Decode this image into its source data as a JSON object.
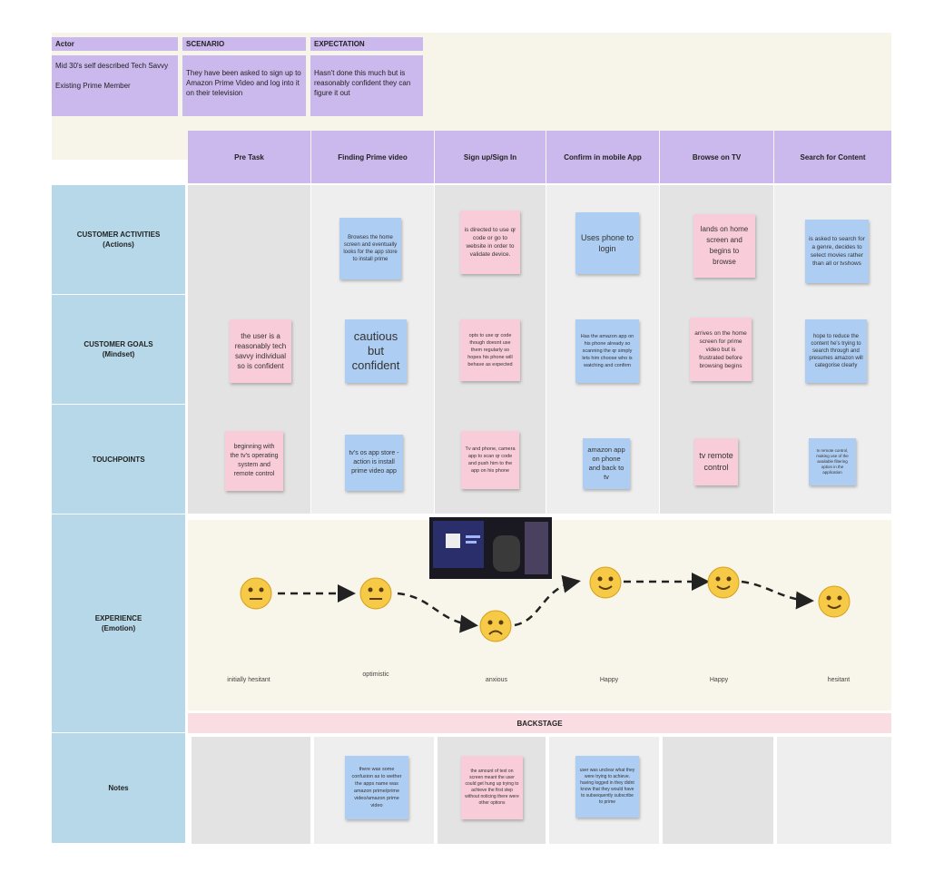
{
  "persona": {
    "actor_label": "Actor",
    "actor_text": "Mid 30's self described Tech Savvy\n\nExisting Prime Member",
    "scenario_label": "SCENARIO",
    "scenario_text": "They have been asked to sign up to Amazon Prime Video and log into it on their television",
    "expectation_label": "EXPECTATION",
    "expectation_text": "Hasn't done this much but is reasonably confident they can figure it out"
  },
  "stages": [
    "Pre Task",
    "Finding Prime video",
    "Sign up/Sign In",
    "Confirm in mobile App",
    "Browse on TV",
    "Search for Content"
  ],
  "rows": {
    "activities": "CUSTOMER ACTIVITIES\n(Actions)",
    "goals": "CUSTOMER GOALS\n(Mindset)",
    "touchpoints": "TOUCHPOINTS",
    "experience": "EXPERIENCE\n(Emotion)",
    "notes": "Notes"
  },
  "activities": [
    "Browses the home screen and eventually looks for the app store to install prime",
    "is directed to use qr code or go to website in order to validate device.",
    "Uses phone to login",
    "lands on home screen and begins to browse",
    "is asked to search for a genre, decides to select movies rather than all or tvshows"
  ],
  "goals": [
    "the user is a reasonably tech savvy individual so is confident",
    "cautious but confident",
    "opts to use qr code though doesnt use them regularly so hopes his phone will behave as expected",
    "Has the amazon app on his phone already so scanning the qr simply lets him choose who is watching and confirm",
    "arrives on the home screen for prime video but is frustrated before browsing begins",
    "hope to reduce the content he's trying to search through and presumes amazon will categorise clearly"
  ],
  "touchpoints": [
    "beginning with the tv's operating system and remote control",
    "tv's os app store - action is install prime video app",
    "Tv and phone, camera app to scan qr code and push him to the app on his phone",
    "amazon app on phone and back to tv",
    "tv remote control",
    "tv remote control, making use of the available filtering option in the application"
  ],
  "emotions": [
    {
      "label": "initially hesitant",
      "mood": "neutral"
    },
    {
      "label": "optimistic",
      "mood": "neutral"
    },
    {
      "label": "anxious",
      "mood": "sad"
    },
    {
      "label": "Happy",
      "mood": "happy"
    },
    {
      "label": "Happy",
      "mood": "happy"
    },
    {
      "label": "hesitant",
      "mood": "happy"
    }
  ],
  "backstage_label": "BACKSTAGE",
  "notes": [
    "there was some confusion as to wether the apps name was amazon prime/prime video/amazon prime video",
    "the amount of text on screen meant the user could get hung up trying to achieve the first step without noticing there were other options",
    "user was unclear what they were trying to achieve. having logged in they didnt know that they would have to subsequently subscribe to prime"
  ],
  "colors": {
    "lavender": "#cbb8ec",
    "lightblue": "#b7d8e8",
    "pink_sticky": "#f9ccd9",
    "blue_sticky": "#aecdf3",
    "emoji": "#f6c947"
  }
}
